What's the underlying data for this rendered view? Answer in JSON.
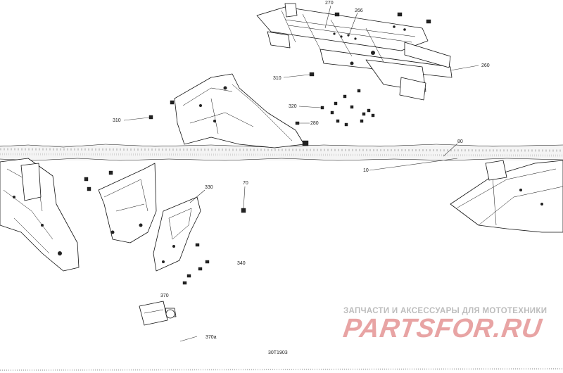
{
  "callouts": {
    "c270": "270",
    "c266": "266",
    "c260": "260",
    "c310a": "310",
    "c310b": "310",
    "c320": "320",
    "c280": "280",
    "c80": "80",
    "c10": "10",
    "c330": "330",
    "c70": "70",
    "c340": "340",
    "c370": "370",
    "c370a": "370a"
  },
  "drawing_code": "30T1903",
  "watermark": {
    "tagline": "ЗАПЧАСТИ И АКСЕССУАРЫ ДЛЯ МОТОТЕХНИКИ",
    "brand": "PARTSFOR.RU"
  },
  "colors": {
    "line": "#111111",
    "watermark_brand": "#e8a4a4",
    "watermark_tagline": "#bdbdbd"
  }
}
